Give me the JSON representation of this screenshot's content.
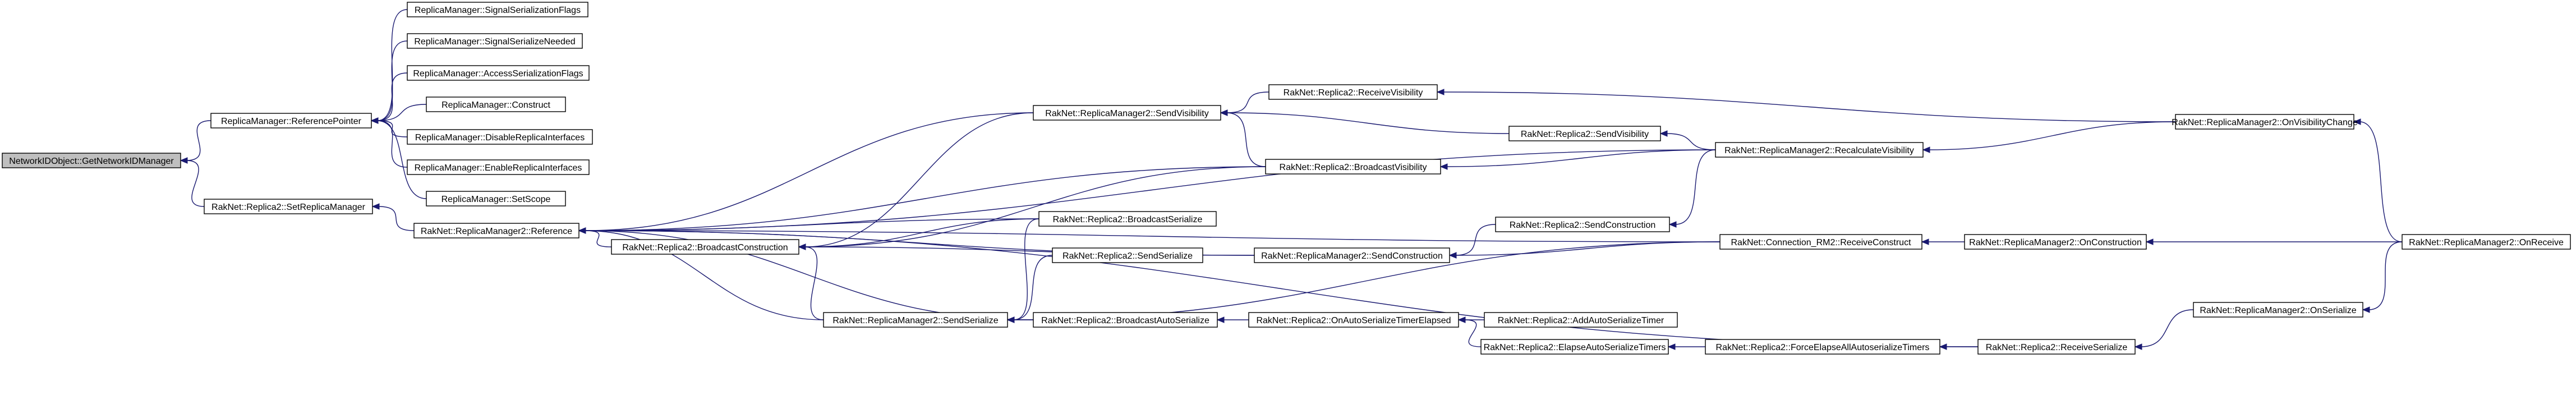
{
  "graph": {
    "title": "",
    "colors": {
      "edge": "#191970",
      "node_border": "#000000",
      "root_fill": "#bfbfbf",
      "node_fill": "#ffffff"
    },
    "nodes": [
      {
        "id": "n_root",
        "label": "NetworkIDObject::GetNetworkIDManager",
        "root": true
      },
      {
        "id": "n_refptr",
        "label": "ReplicaManager::ReferencePointer"
      },
      {
        "id": "n_setrm",
        "label": "RakNet::Replica2::SetReplicaManager"
      },
      {
        "id": "n_sigflags",
        "label": "ReplicaManager::SignalSerializationFlags"
      },
      {
        "id": "n_signeed",
        "label": "ReplicaManager::SignalSerializeNeeded"
      },
      {
        "id": "n_accflags",
        "label": "ReplicaManager::AccessSerializationFlags"
      },
      {
        "id": "n_construct",
        "label": "ReplicaManager::Construct"
      },
      {
        "id": "n_disable",
        "label": "ReplicaManager::DisableReplicaInterfaces"
      },
      {
        "id": "n_enable",
        "label": "ReplicaManager::EnableReplicaInterfaces"
      },
      {
        "id": "n_setscope",
        "label": "ReplicaManager::SetScope"
      },
      {
        "id": "n_rm2ref",
        "label": "RakNet::ReplicaManager2::Reference"
      },
      {
        "id": "n_bcons",
        "label": "RakNet::Replica2::BroadcastConstruction"
      },
      {
        "id": "n_rm2sendser",
        "label": "RakNet::ReplicaManager2::SendSerialize"
      },
      {
        "id": "n_rm2sendvis",
        "label": "RakNet::ReplicaManager2::SendVisibility"
      },
      {
        "id": "n_bser",
        "label": "RakNet::Replica2::BroadcastSerialize"
      },
      {
        "id": "n_r2sendser",
        "label": "RakNet::Replica2::SendSerialize"
      },
      {
        "id": "n_bautoser",
        "label": "RakNet::Replica2::BroadcastAutoSerialize"
      },
      {
        "id": "n_recvvis",
        "label": "RakNet::Replica2::ReceiveVisibility"
      },
      {
        "id": "n_bvis",
        "label": "RakNet::Replica2::BroadcastVisibility"
      },
      {
        "id": "n_rm2sendcons",
        "label": "RakNet::ReplicaManager2::SendConstruction"
      },
      {
        "id": "n_onautoelapsed",
        "label": "RakNet::Replica2::OnAutoSerializeTimerElapsed"
      },
      {
        "id": "n_r2sendvis",
        "label": "RakNet::Replica2::SendVisibility"
      },
      {
        "id": "n_r2sendcons",
        "label": "RakNet::Replica2::SendConstruction"
      },
      {
        "id": "n_addauto",
        "label": "RakNet::Replica2::AddAutoSerializeTimer"
      },
      {
        "id": "n_elapseauto",
        "label": "RakNet::Replica2::ElapseAutoSerializeTimers"
      },
      {
        "id": "n_recalc",
        "label": "RakNet::ReplicaManager2::RecalculateVisibility"
      },
      {
        "id": "n_recvcons",
        "label": "RakNet::Connection_RM2::ReceiveConstruct"
      },
      {
        "id": "n_forceelapse",
        "label": "RakNet::Replica2::ForceElapseAllAutoserializeTimers"
      },
      {
        "id": "n_recvser",
        "label": "RakNet::Replica2::ReceiveSerialize"
      },
      {
        "id": "n_onvischange",
        "label": "RakNet::ReplicaManager2::OnVisibilityChange"
      },
      {
        "id": "n_oncons",
        "label": "RakNet::ReplicaManager2::OnConstruction"
      },
      {
        "id": "n_onser",
        "label": "RakNet::ReplicaManager2::OnSerialize"
      },
      {
        "id": "n_onrecv",
        "label": "RakNet::ReplicaManager2::OnReceive"
      }
    ],
    "edges": [
      {
        "from": "n_refptr",
        "to": "n_root"
      },
      {
        "from": "n_setrm",
        "to": "n_root"
      },
      {
        "from": "n_sigflags",
        "to": "n_refptr"
      },
      {
        "from": "n_signeed",
        "to": "n_refptr"
      },
      {
        "from": "n_accflags",
        "to": "n_refptr"
      },
      {
        "from": "n_construct",
        "to": "n_refptr"
      },
      {
        "from": "n_disable",
        "to": "n_refptr"
      },
      {
        "from": "n_enable",
        "to": "n_refptr"
      },
      {
        "from": "n_setscope",
        "to": "n_refptr"
      },
      {
        "from": "n_rm2ref",
        "to": "n_setrm"
      },
      {
        "from": "n_bcons",
        "to": "n_rm2ref"
      },
      {
        "from": "n_rm2sendser",
        "to": "n_rm2ref"
      },
      {
        "from": "n_rm2sendvis",
        "to": "n_rm2ref"
      },
      {
        "from": "n_bser",
        "to": "n_rm2ref"
      },
      {
        "from": "n_bvis",
        "to": "n_rm2ref"
      },
      {
        "from": "n_recalc",
        "to": "n_rm2ref"
      },
      {
        "from": "n_recvcons",
        "to": "n_rm2ref"
      },
      {
        "from": "n_rm2sendcons",
        "to": "n_rm2ref"
      },
      {
        "from": "n_bautoser",
        "to": "n_rm2ref"
      },
      {
        "from": "n_recvser",
        "to": "n_rm2ref"
      },
      {
        "from": "n_rm2sendcons",
        "to": "n_bcons"
      },
      {
        "from": "n_bser",
        "to": "n_bcons"
      },
      {
        "from": "n_bvis",
        "to": "n_bcons"
      },
      {
        "from": "n_rm2sendvis",
        "to": "n_bcons"
      },
      {
        "from": "n_r2sendser",
        "to": "n_rm2sendser"
      },
      {
        "from": "n_bautoser",
        "to": "n_rm2sendser"
      },
      {
        "from": "n_bser",
        "to": "n_rm2sendser"
      },
      {
        "from": "n_rm2sendser",
        "to": "n_bcons"
      },
      {
        "from": "n_recvcons",
        "to": "n_rm2sendser"
      },
      {
        "from": "n_recvvis",
        "to": "n_rm2sendvis"
      },
      {
        "from": "n_r2sendvis",
        "to": "n_rm2sendvis"
      },
      {
        "from": "n_bvis",
        "to": "n_rm2sendvis"
      },
      {
        "from": "n_recalc",
        "to": "n_bvis"
      },
      {
        "from": "n_onautoelapsed",
        "to": "n_bautoser"
      },
      {
        "from": "n_r2sendcons",
        "to": "n_rm2sendcons"
      },
      {
        "from": "n_recvcons",
        "to": "n_rm2sendcons"
      },
      {
        "from": "n_recalc",
        "to": "n_r2sendvis"
      },
      {
        "from": "n_recalc",
        "to": "n_r2sendcons"
      },
      {
        "from": "n_addauto",
        "to": "n_onautoelapsed"
      },
      {
        "from": "n_elapseauto",
        "to": "n_onautoelapsed"
      },
      {
        "from": "n_forceelapse",
        "to": "n_elapseauto"
      },
      {
        "from": "n_recvser",
        "to": "n_forceelapse"
      },
      {
        "from": "n_onvischange",
        "to": "n_recvvis"
      },
      {
        "from": "n_onvischange",
        "to": "n_recalc"
      },
      {
        "from": "n_oncons",
        "to": "n_recvcons"
      },
      {
        "from": "n_onser",
        "to": "n_recvser"
      },
      {
        "from": "n_onrecv",
        "to": "n_onvischange"
      },
      {
        "from": "n_onrecv",
        "to": "n_oncons"
      },
      {
        "from": "n_onrecv",
        "to": "n_onser"
      }
    ]
  }
}
